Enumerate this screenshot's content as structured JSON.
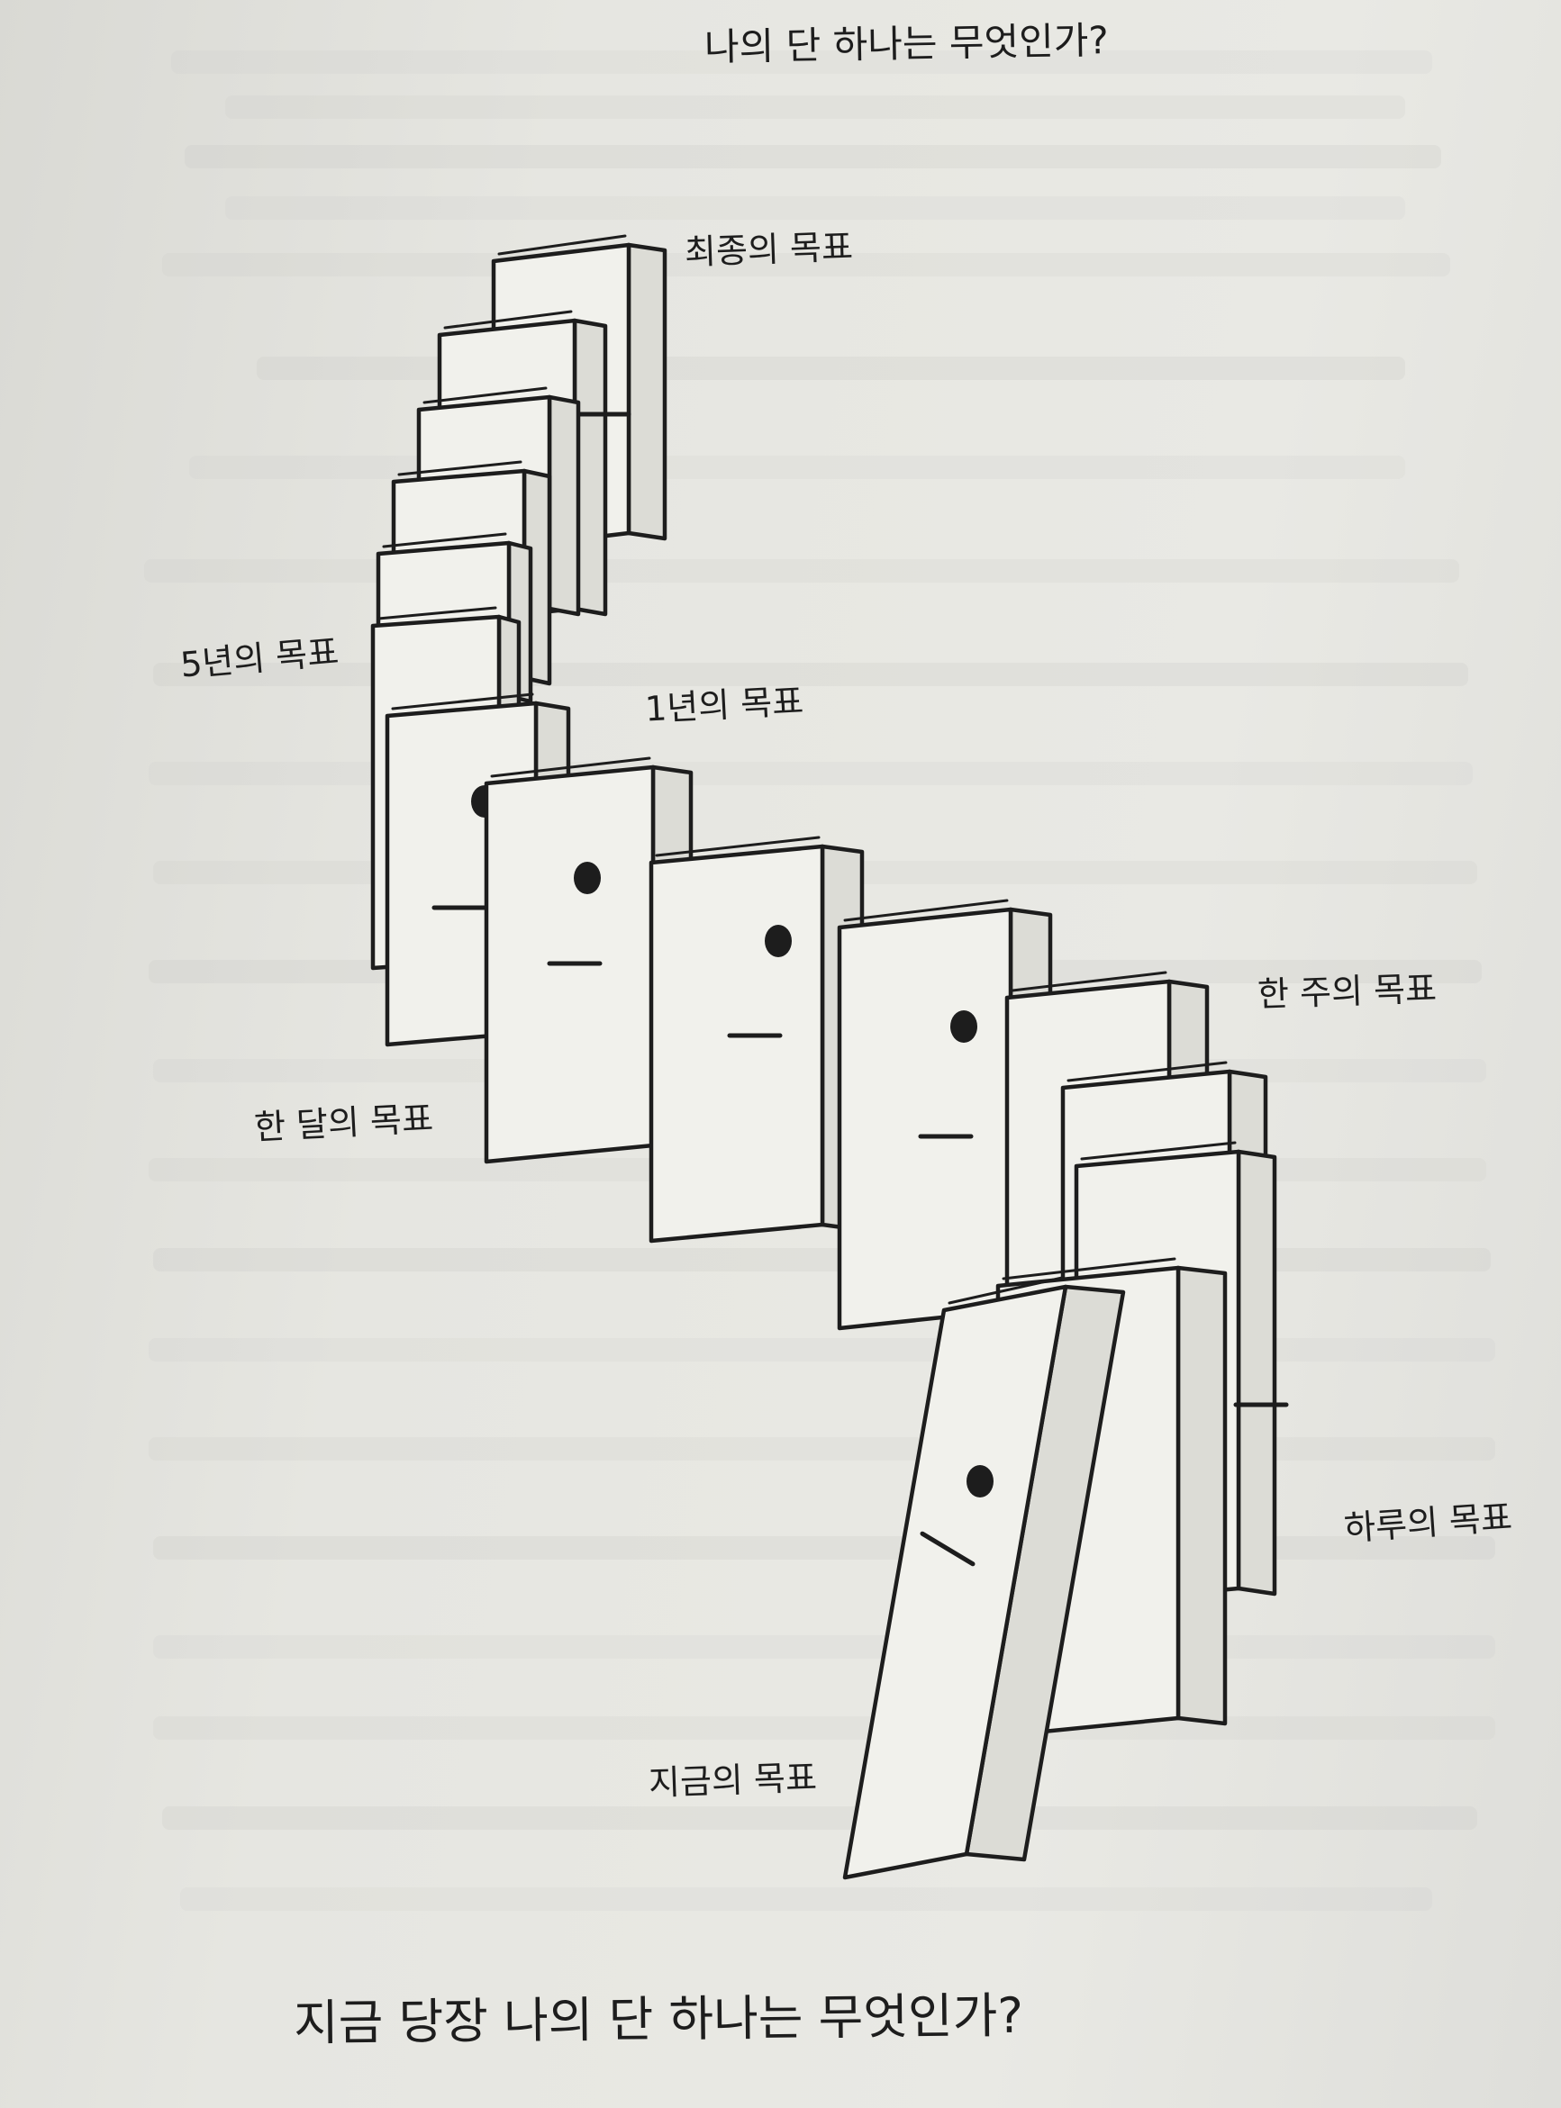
{
  "page": {
    "heading": "나의 단 하나는 무엇인가?",
    "question": "지금 당장 나의 단 하나는 무엇인가?"
  },
  "goals": {
    "final": "최종의 목표",
    "five_year": "5년의 목표",
    "one_year": "1년의 목표",
    "week": "한 주의 목표",
    "month": "한 달의 목표",
    "day": "하루의 목표",
    "now": "지금의 목표"
  },
  "colors": {
    "ink": "#1d1d1d",
    "paper": "#e6e6e1",
    "domino_front": "#f1f1ec",
    "domino_side": "#dcdcd6"
  }
}
